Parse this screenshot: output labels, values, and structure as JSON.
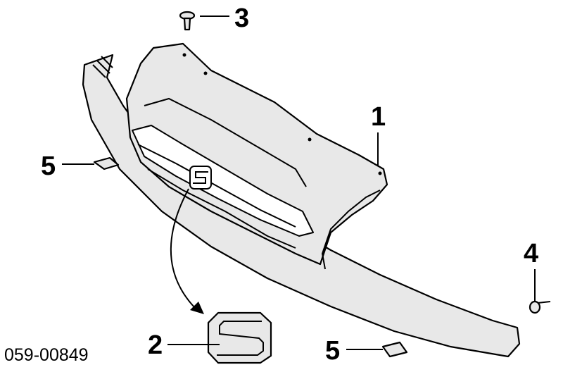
{
  "diagram": {
    "part_number": "059-00849",
    "callouts": {
      "grille": "1",
      "emblem": "2",
      "clip_top": "3",
      "screw": "4",
      "pad_left": "5",
      "pad_bottom": "5"
    }
  },
  "colors": {
    "part_fill": "#e8e8e8",
    "line": "#000000",
    "background": "#ffffff"
  }
}
